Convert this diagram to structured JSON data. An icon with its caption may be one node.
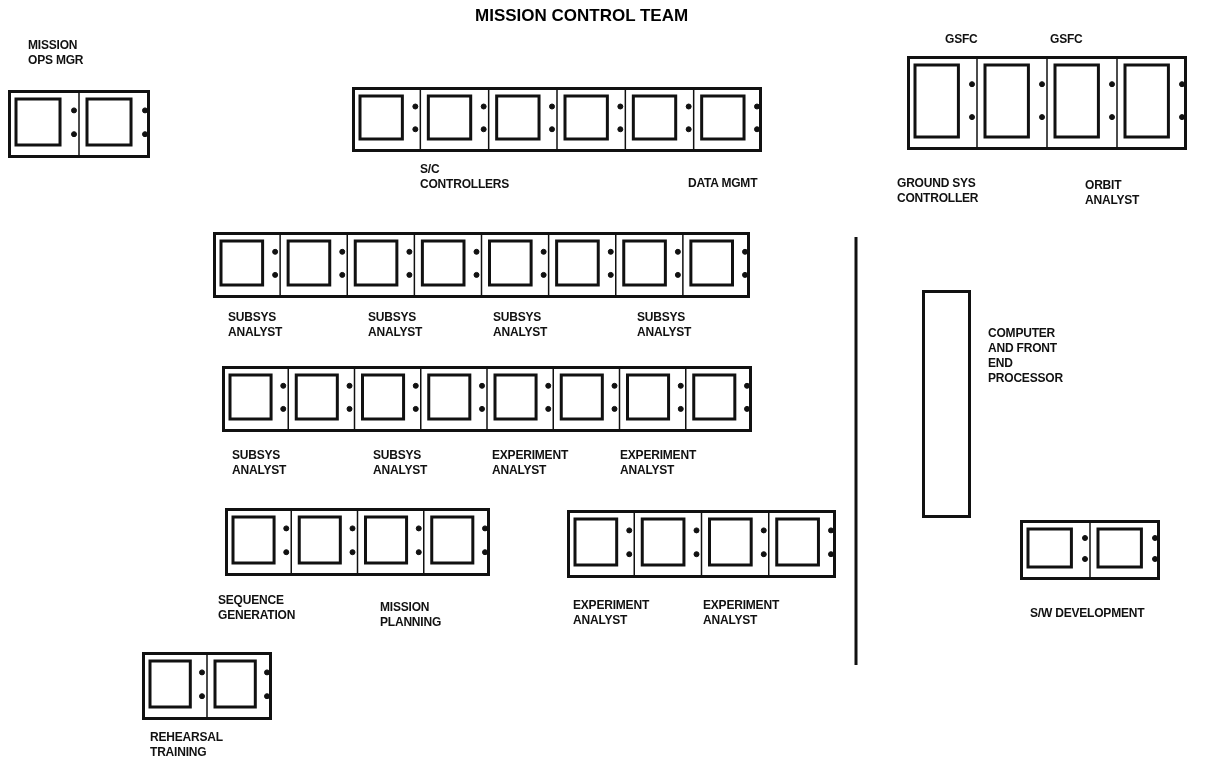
{
  "diagram": {
    "title": "MISSION CONTROL TEAM",
    "nodes": [
      {
        "text": [
          "MISSION OPS MGR"
        ]
      },
      {
        "text": [
          "S/C CONTROLLERS",
          "DATA MGMT"
        ]
      },
      {
        "text": [
          "GSFC",
          "GSFC",
          "GROUND SYS CONTROLLER",
          "ORBIT ANALYST"
        ]
      },
      {
        "text": [
          "SUBSYS ANALYST",
          "SUBSYS ANALYST",
          "SUBSYS ANALYST",
          "SUBSYS ANALYST"
        ]
      },
      {
        "text": [
          "SUBSYS ANALYST",
          "SUBSYS ANALYST",
          "EXPERIMENT ANALYST",
          "EXPERIMENT ANALYST"
        ]
      },
      {
        "text": [
          "COMPUTER AND FRONT END PROCESSOR"
        ]
      },
      {
        "text": [
          "SEQUENCE GENERATION",
          "MISSION PLANNING"
        ]
      },
      {
        "text": [
          "EXPERIMENT ANALYST",
          "EXPERIMENT ANALYST"
        ]
      },
      {
        "text": [
          "S/W DEVELOPMENT"
        ]
      },
      {
        "text": [
          "REHEARSAL TRAINING"
        ]
      }
    ],
    "edges": []
  }
}
